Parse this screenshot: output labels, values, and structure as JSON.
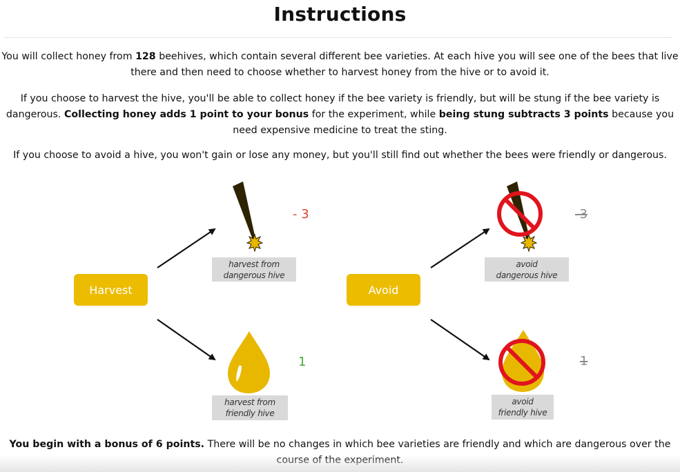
{
  "page": {
    "title": "Instructions"
  },
  "paragraphs": {
    "p1": {
      "t1": "You will collect honey from ",
      "b1": "128",
      "t2": " beehives, which contain several different bee varieties. At each hive you will see one of the bees that live there and then need to choose whether to harvest honey from the hive or to avoid it."
    },
    "p2": {
      "t1": "If you choose to harvest the hive, you'll be able to collect honey if the bee variety is friendly, but will be stung if the bee variety is dangerous. ",
      "b1": "Collecting honey adds 1 point to your bonus",
      "t2": " for the experiment, while ",
      "b2": "being stung subtracts 3 points",
      "t3": " because you need expensive medicine to treat the sting."
    },
    "p3": {
      "t1": "If you choose to avoid a hive, you won't gain or lose any money, but you'll still find out whether the bees were friendly or dangerous."
    },
    "p4": {
      "b1": "You begin with a bonus of 6 points.",
      "t1": " There will be no changes in which bee varieties are friendly and which are dangerous over the course of the experiment."
    }
  },
  "diagram": {
    "harvest_label": "Harvest",
    "avoid_label": "Avoid",
    "harvest_dangerous_caption": [
      "harvest from",
      "dangerous hive"
    ],
    "harvest_friendly_caption": [
      "harvest from",
      "friendly hive"
    ],
    "avoid_dangerous_caption": [
      "avoid",
      "dangerous hive"
    ],
    "avoid_friendly_caption": [
      "avoid",
      "friendly hive"
    ],
    "harvest_dangerous_score": "- 3",
    "harvest_friendly_score": "1",
    "avoid_dangerous_score": "-3",
    "avoid_friendly_score": "1",
    "icons": {
      "stinger": "stinger-icon",
      "honey": "honey-drop-icon",
      "prohibited": "prohibited-icon",
      "arrow": "arrow-icon"
    },
    "colors": {
      "button": "#ecbc00",
      "honey": "#e8b800",
      "stinger": "#2e2300",
      "prohibit": "#e0141e",
      "loss": "#e0412d",
      "gain": "#4aa83a"
    }
  }
}
